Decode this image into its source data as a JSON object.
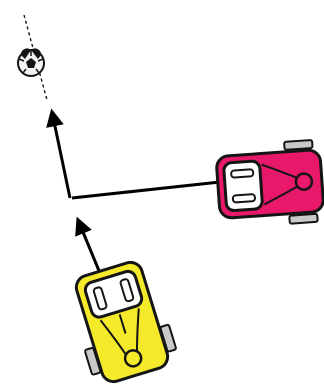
{
  "scene": {
    "background": "#ffffff",
    "path_color": "#000000",
    "ball": {
      "icon": "soccer-ball-icon",
      "fill": "#f4f4f4",
      "patch_color": "#151515"
    },
    "robots": [
      {
        "id": "yellow",
        "icon": "yellow-robot-icon",
        "body_color": "#f5ea2a",
        "frame_color": "#151515",
        "wheel_color": "#c9c9c9",
        "heading": "up-left"
      },
      {
        "id": "pink",
        "icon": "pink-robot-icon",
        "body_color": "#e8196a",
        "frame_color": "#151515",
        "wheel_color": "#c9c9c9",
        "heading": "left"
      }
    ]
  }
}
